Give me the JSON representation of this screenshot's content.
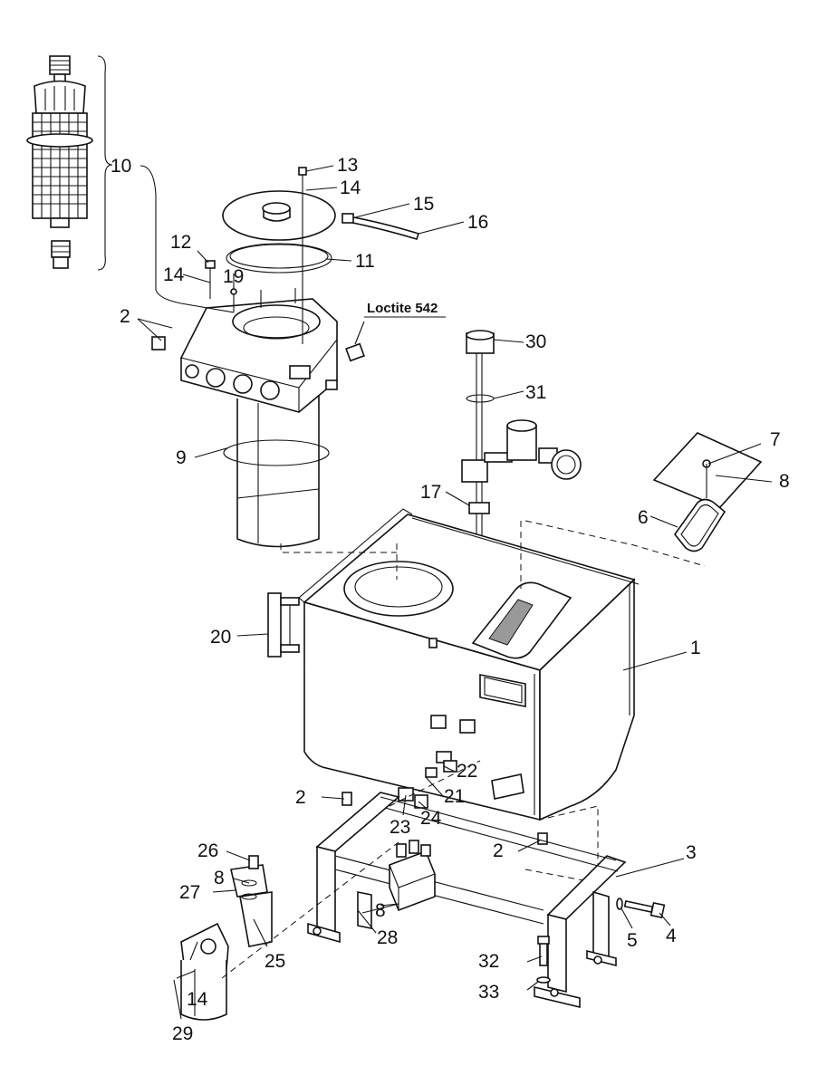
{
  "callouts": [
    {
      "id": "c1",
      "text": "1"
    },
    {
      "id": "c2a",
      "text": "2"
    },
    {
      "id": "c2b",
      "text": "2"
    },
    {
      "id": "c2c",
      "text": "2"
    },
    {
      "id": "c3",
      "text": "3"
    },
    {
      "id": "c4",
      "text": "4"
    },
    {
      "id": "c5",
      "text": "5"
    },
    {
      "id": "c6",
      "text": "6"
    },
    {
      "id": "c7",
      "text": "7"
    },
    {
      "id": "c8a",
      "text": "8"
    },
    {
      "id": "c8b",
      "text": "8"
    },
    {
      "id": "c8c",
      "text": "8"
    },
    {
      "id": "c9",
      "text": "9"
    },
    {
      "id": "c10",
      "text": "10"
    },
    {
      "id": "c11",
      "text": "11"
    },
    {
      "id": "c12",
      "text": "12"
    },
    {
      "id": "c13",
      "text": "13"
    },
    {
      "id": "c14a",
      "text": "14"
    },
    {
      "id": "c14b",
      "text": "14"
    },
    {
      "id": "c14c",
      "text": "14"
    },
    {
      "id": "c15",
      "text": "15"
    },
    {
      "id": "c16",
      "text": "16"
    },
    {
      "id": "c17",
      "text": "17"
    },
    {
      "id": "c19",
      "text": "19"
    },
    {
      "id": "c20",
      "text": "20"
    },
    {
      "id": "c21",
      "text": "21"
    },
    {
      "id": "c22",
      "text": "22"
    },
    {
      "id": "c23",
      "text": "23"
    },
    {
      "id": "c24",
      "text": "24"
    },
    {
      "id": "c25",
      "text": "25"
    },
    {
      "id": "c26",
      "text": "26"
    },
    {
      "id": "c27",
      "text": "27"
    },
    {
      "id": "c28",
      "text": "28"
    },
    {
      "id": "c29",
      "text": "29"
    },
    {
      "id": "c30",
      "text": "30"
    },
    {
      "id": "c31",
      "text": "31"
    },
    {
      "id": "c32",
      "text": "32"
    },
    {
      "id": "c33",
      "text": "33"
    }
  ],
  "note": {
    "text": "Loctite 542"
  }
}
